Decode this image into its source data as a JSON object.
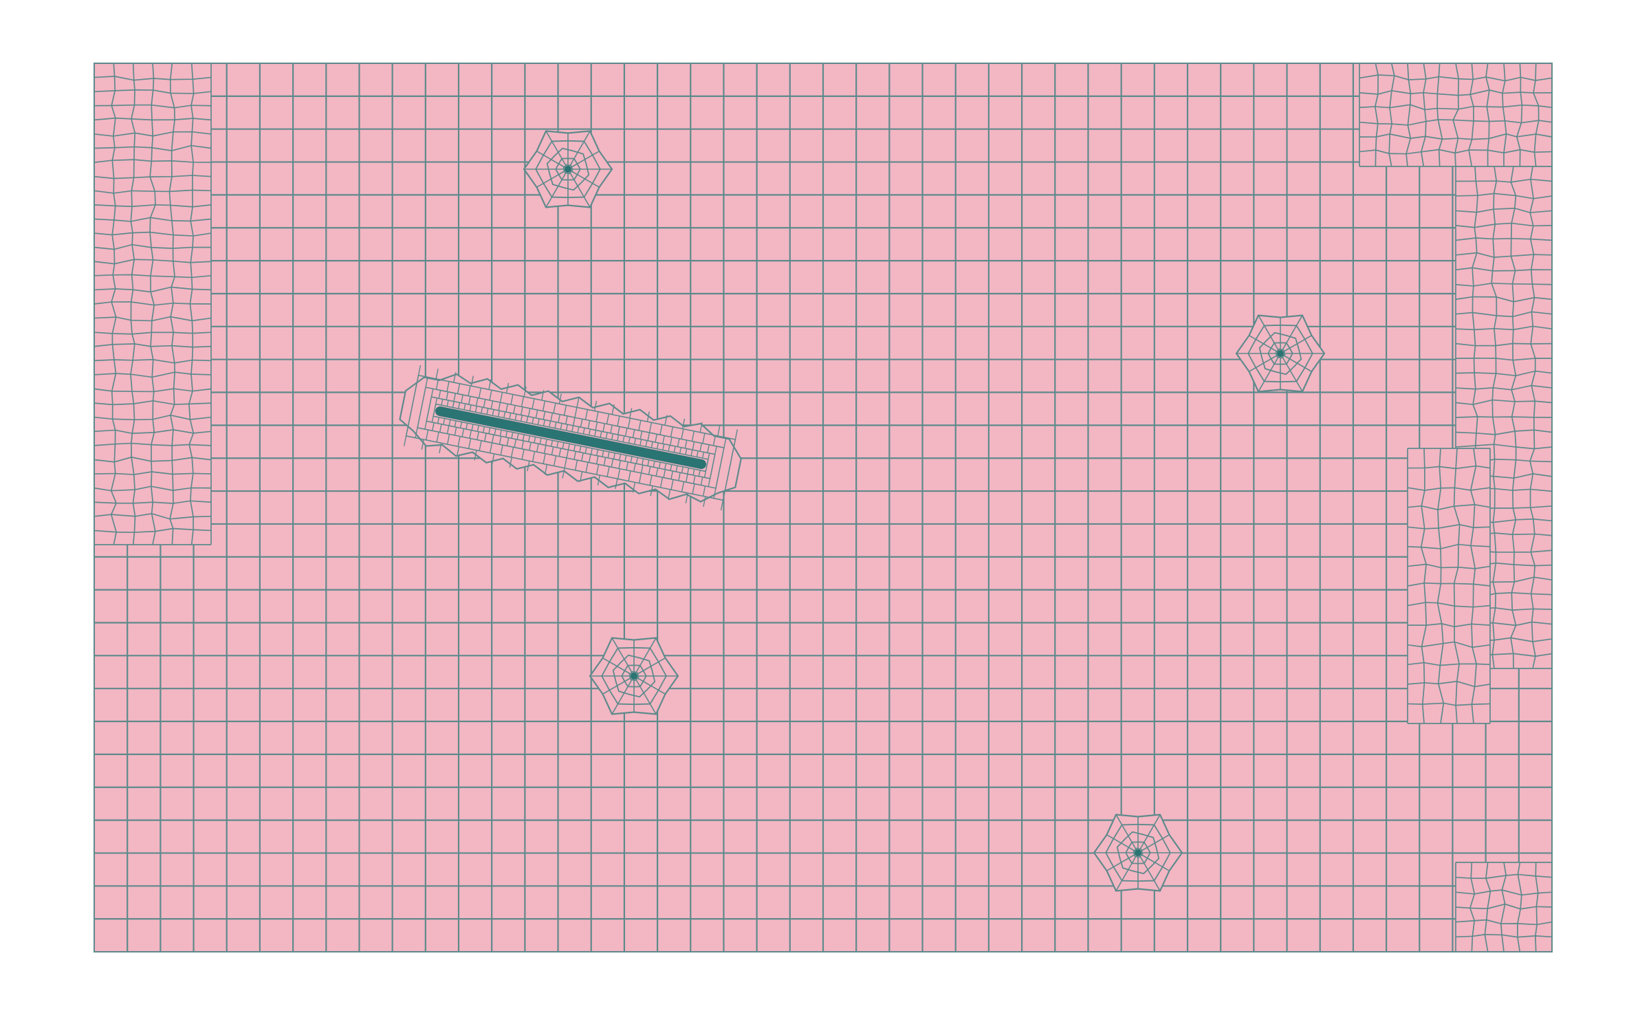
{
  "colors": {
    "background": "#ffffff",
    "domain_fill": "#f3b6c3",
    "mesh_line": "#5e8a8c",
    "fracture_fill": "#2b7474"
  },
  "mesh": {
    "type": "quadrilateral structured grid with local polygonal refinement",
    "columns": 44,
    "rows": 27,
    "refined_features": [
      {
        "name": "well-refinement-1",
        "kind": "point"
      },
      {
        "name": "well-refinement-2",
        "kind": "point"
      },
      {
        "name": "well-refinement-3",
        "kind": "point"
      },
      {
        "name": "well-refinement-4",
        "kind": "point"
      },
      {
        "name": "inclined-fracture",
        "kind": "line"
      },
      {
        "name": "left-boundary-refinement",
        "kind": "band"
      },
      {
        "name": "right-boundary-refinement",
        "kind": "band"
      }
    ]
  }
}
